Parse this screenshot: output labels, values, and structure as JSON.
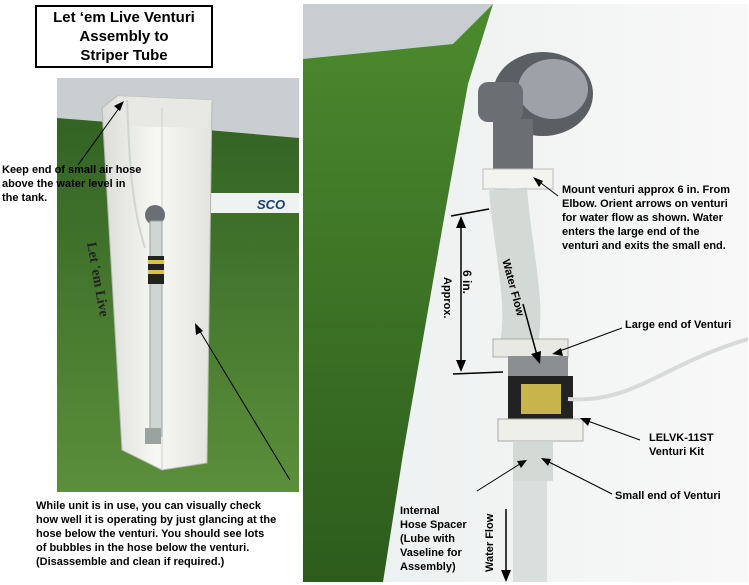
{
  "title": "Let ‘em Live Venturi\nAssembly to\nStriper Tube",
  "labels": {
    "air_hose": "Keep end of small air hose\nabove the water level in\nthe tank.",
    "check": "While unit is in use, you can visually check\nhow well it is operating by just glancing at the\nhose below the venturi.  You should see lots\nof bubbles in the hose below the venturi.\n(Disassemble and clean if required.)",
    "mount": "Mount venturi approx 6 in. From\nElbow.  Orient arrows on venturi\nfor water flow as shown.  Water\nenters the large end of the\nventuri and exits the small end.",
    "large_end": "Large end of Venturi",
    "kit": "LELVK-11ST\nVenturi Kit",
    "small_end": "Small end of Venturi",
    "spacer": "Internal\nHose Spacer\n(Lube with\nVaseline for\nAssembly)",
    "water_flow": "Water Flow",
    "six_in": "6 in.",
    "approx": "Approx."
  },
  "tank_text": "Let 'em Live",
  "colors": {
    "grass": "#3f7a2a",
    "tank": "#f1f1ee",
    "hose": "#cfd6d2",
    "venturi": "#222222",
    "fitting": "#6b6f73"
  }
}
